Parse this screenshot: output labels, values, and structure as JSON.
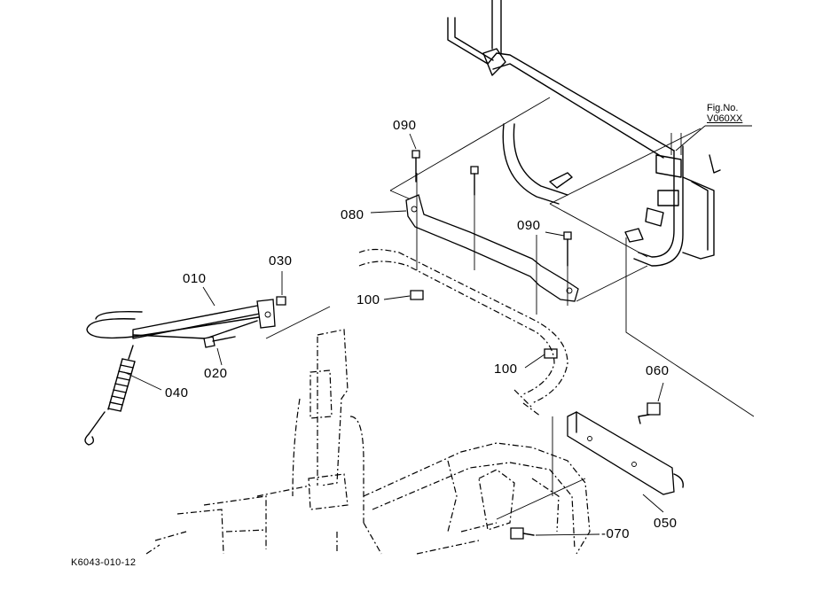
{
  "figure": {
    "fig_label": "Fig.No.",
    "fig_code": "V060XX",
    "drawing_id": "K6043-010-12"
  },
  "callouts": [
    {
      "key": "c010",
      "text": "010"
    },
    {
      "key": "c020",
      "text": "020"
    },
    {
      "key": "c030",
      "text": "030"
    },
    {
      "key": "c040",
      "text": "040"
    },
    {
      "key": "c050",
      "text": "050"
    },
    {
      "key": "c060",
      "text": "060"
    },
    {
      "key": "c070",
      "text": "-070"
    },
    {
      "key": "c080",
      "text": "080"
    },
    {
      "key": "c090a",
      "text": "090"
    },
    {
      "key": "c090b",
      "text": "090"
    },
    {
      "key": "c100a",
      "text": "100"
    },
    {
      "key": "c100b",
      "text": "100"
    }
  ]
}
